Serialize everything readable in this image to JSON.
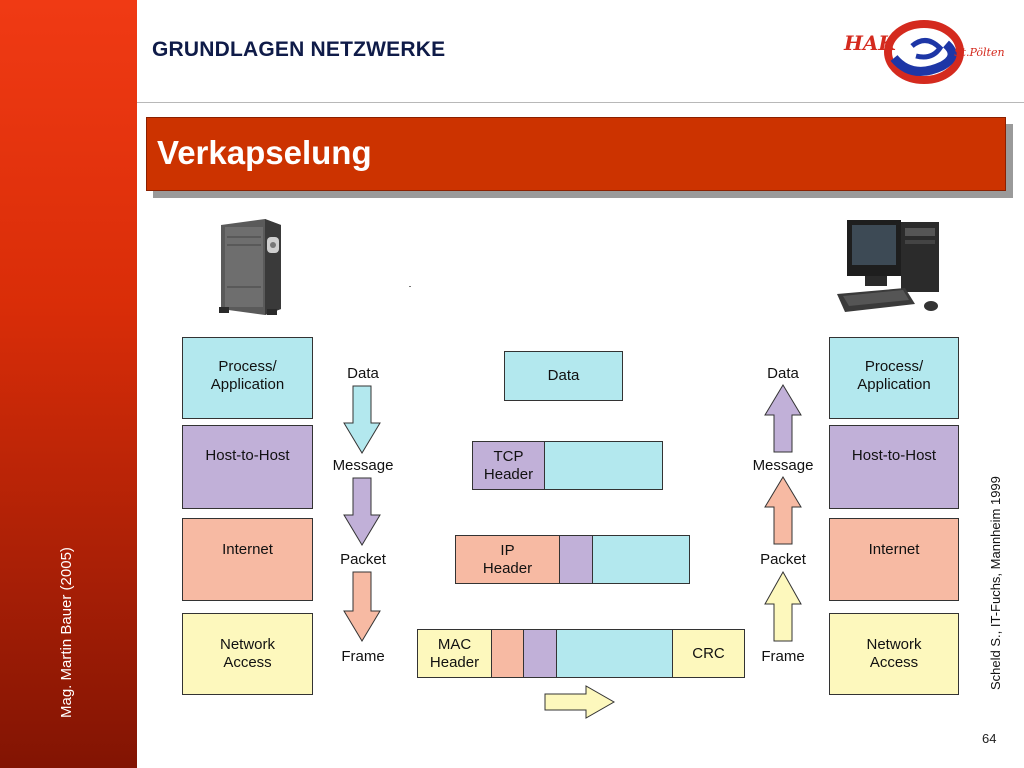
{
  "header": {
    "title": "GRUNDLAGEN NETZWERKE"
  },
  "logo": {
    "brand": "HAK",
    "city": "St. Pölten"
  },
  "banner": {
    "title": "Verkapselung"
  },
  "sidebar": {
    "author": "Mag. Martin Bauer (2005)"
  },
  "layers_left": [
    {
      "line1": "Process/",
      "line2": "Application"
    },
    {
      "line1": "Host-to-Host",
      "line2": ""
    },
    {
      "line1": "Internet",
      "line2": ""
    },
    {
      "line1": "Network",
      "line2": "Access"
    }
  ],
  "layers_right": [
    {
      "line1": "Process/",
      "line2": "Application"
    },
    {
      "line1": "Host-to-Host",
      "line2": ""
    },
    {
      "line1": "Internet",
      "line2": ""
    },
    {
      "line1": "Network",
      "line2": "Access"
    }
  ],
  "units_left": [
    "Data",
    "Message",
    "Packet",
    "Frame"
  ],
  "units_right": [
    "Data",
    "Message",
    "Packet",
    "Frame"
  ],
  "encapsulation": {
    "data": "Data",
    "tcp_header": {
      "line1": "TCP",
      "line2": "Header"
    },
    "ip_header": {
      "line1": "IP",
      "line2": "Header"
    },
    "mac_header": {
      "line1": "MAC",
      "line2": "Header"
    },
    "crc": "CRC"
  },
  "source": "Scheld S., IT-Fuchs, Mannheim 1999",
  "page_number": "64",
  "colors": {
    "application": "#b3e8ee",
    "transport": "#c1b0d8",
    "internet": "#f7baa3",
    "network_access": "#fdf8bd",
    "banner": "#cc3300"
  }
}
